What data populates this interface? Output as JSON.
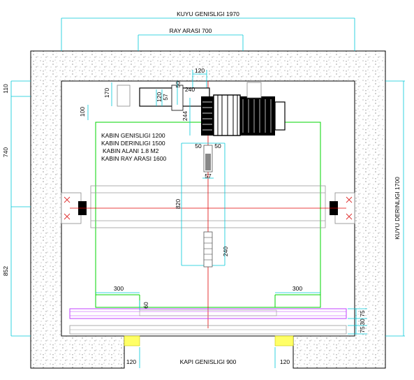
{
  "drawing": {
    "colors": {
      "dimension": "#00c8d8",
      "cabin": "#00d400",
      "axis": "#e00000",
      "door_sill": "#c040ff",
      "motor": "#000000",
      "concrete": "#909090",
      "rail_bracket": "#888888",
      "door_highlight": "#ffff66"
    },
    "dimensions": {
      "shaft_width": "KUYU GENISLIGI 1970",
      "rail_spacing": "RAY ARASI 700",
      "shaft_depth": "KUYU DERINLIGI 1700",
      "door_width": "KAPI GENISLIGI 900",
      "left_110": "110",
      "left_740": "740",
      "left_852": "852",
      "top_120": "120",
      "d_240_top": "240",
      "d_50": "50",
      "d_57_top": "57",
      "d_120_v": "120",
      "d_170": "170",
      "d_100": "100",
      "d_244": "244",
      "d_50_a": "50",
      "d_50_b": "50",
      "d_57_bottom": "57",
      "d_820": "820",
      "d_240_side": "240",
      "d_300_left": "300",
      "d_300_right": "300",
      "d_60": "60",
      "d_75": "75",
      "d_30": "30",
      "d_75_b": "75",
      "d_120_door_left": "120",
      "d_120_door_right": "120"
    },
    "cabin_notes": [
      "KABIN GENISLIGI 1200",
      "KABIN DERINLIGI 1500",
      "KABIN ALANI 1.8 M2",
      "KABIN RAY ARASI 1600"
    ]
  }
}
